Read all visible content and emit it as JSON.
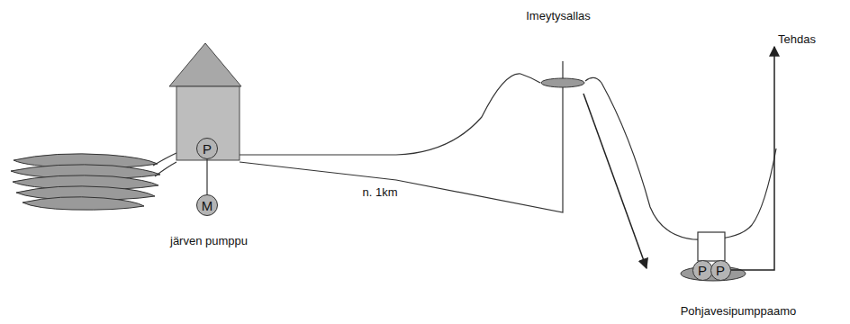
{
  "diagram": {
    "nodes": [
      {
        "text": [
          "P"
        ]
      },
      {
        "text": [
          "M"
        ]
      },
      {
        "text": [
          "P"
        ]
      },
      {
        "text": [
          "P"
        ]
      }
    ],
    "edges": [
      {
        "from": 0,
        "to": 1,
        "arrow": "none"
      }
    ],
    "labels": [
      "Imeytysallas",
      "Tehdas",
      "n. 1km",
      "järven pumppu",
      "Pohjavesipumppaamo"
    ]
  }
}
